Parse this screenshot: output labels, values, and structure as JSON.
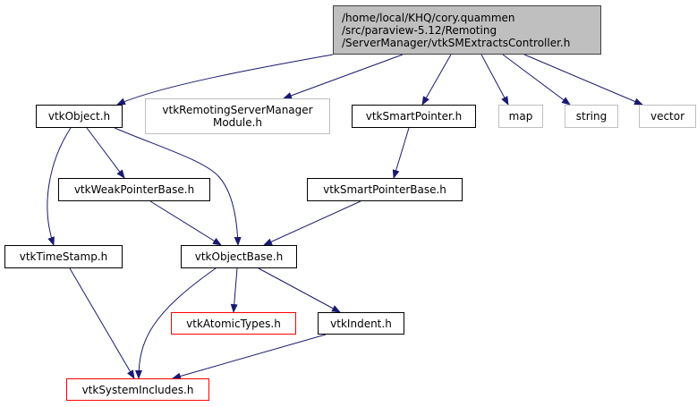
{
  "graph": {
    "edge_color": "#191970",
    "nodes": [
      {
        "id": "root",
        "lines": [
          "/home/local/KHQ/cory.quammen",
          "/src/paraview-5.12/Remoting",
          "/ServerManager/vtkSMExtractsController.h"
        ],
        "style": "root"
      },
      {
        "id": "vtkObject",
        "lines": [
          "vtkObject.h"
        ],
        "style": "normal"
      },
      {
        "id": "remotingModule",
        "lines": [
          "vtkRemotingServerManager",
          "Module.h"
        ],
        "style": "external"
      },
      {
        "id": "vtkSmartPointer",
        "lines": [
          "vtkSmartPointer.h"
        ],
        "style": "normal"
      },
      {
        "id": "map",
        "lines": [
          "map"
        ],
        "style": "external"
      },
      {
        "id": "string",
        "lines": [
          "string"
        ],
        "style": "external"
      },
      {
        "id": "vector",
        "lines": [
          "vector"
        ],
        "style": "external"
      },
      {
        "id": "vtkWeakPointerBase",
        "lines": [
          "vtkWeakPointerBase.h"
        ],
        "style": "normal"
      },
      {
        "id": "vtkSmartPointerBase",
        "lines": [
          "vtkSmartPointerBase.h"
        ],
        "style": "normal"
      },
      {
        "id": "vtkTimeStamp",
        "lines": [
          "vtkTimeStamp.h"
        ],
        "style": "normal"
      },
      {
        "id": "vtkObjectBase",
        "lines": [
          "vtkObjectBase.h"
        ],
        "style": "normal"
      },
      {
        "id": "vtkAtomicTypes",
        "lines": [
          "vtkAtomicTypes.h"
        ],
        "style": "truncated"
      },
      {
        "id": "vtkIndent",
        "lines": [
          "vtkIndent.h"
        ],
        "style": "normal"
      },
      {
        "id": "vtkSystemIncludes",
        "lines": [
          "vtkSystemIncludes.h"
        ],
        "style": "truncated"
      }
    ],
    "edges": [
      [
        "root",
        "vtkObject"
      ],
      [
        "root",
        "remotingModule"
      ],
      [
        "root",
        "vtkSmartPointer"
      ],
      [
        "root",
        "map"
      ],
      [
        "root",
        "string"
      ],
      [
        "root",
        "vector"
      ],
      [
        "vtkObject",
        "vtkWeakPointerBase"
      ],
      [
        "vtkObject",
        "vtkTimeStamp"
      ],
      [
        "vtkObject",
        "vtkObjectBase"
      ],
      [
        "vtkSmartPointer",
        "vtkSmartPointerBase"
      ],
      [
        "vtkWeakPointerBase",
        "vtkObjectBase"
      ],
      [
        "vtkSmartPointerBase",
        "vtkObjectBase"
      ],
      [
        "vtkTimeStamp",
        "vtkSystemIncludes"
      ],
      [
        "vtkObjectBase",
        "vtkAtomicTypes"
      ],
      [
        "vtkObjectBase",
        "vtkIndent"
      ],
      [
        "vtkObjectBase",
        "vtkSystemIncludes"
      ],
      [
        "vtkIndent",
        "vtkSystemIncludes"
      ]
    ]
  }
}
